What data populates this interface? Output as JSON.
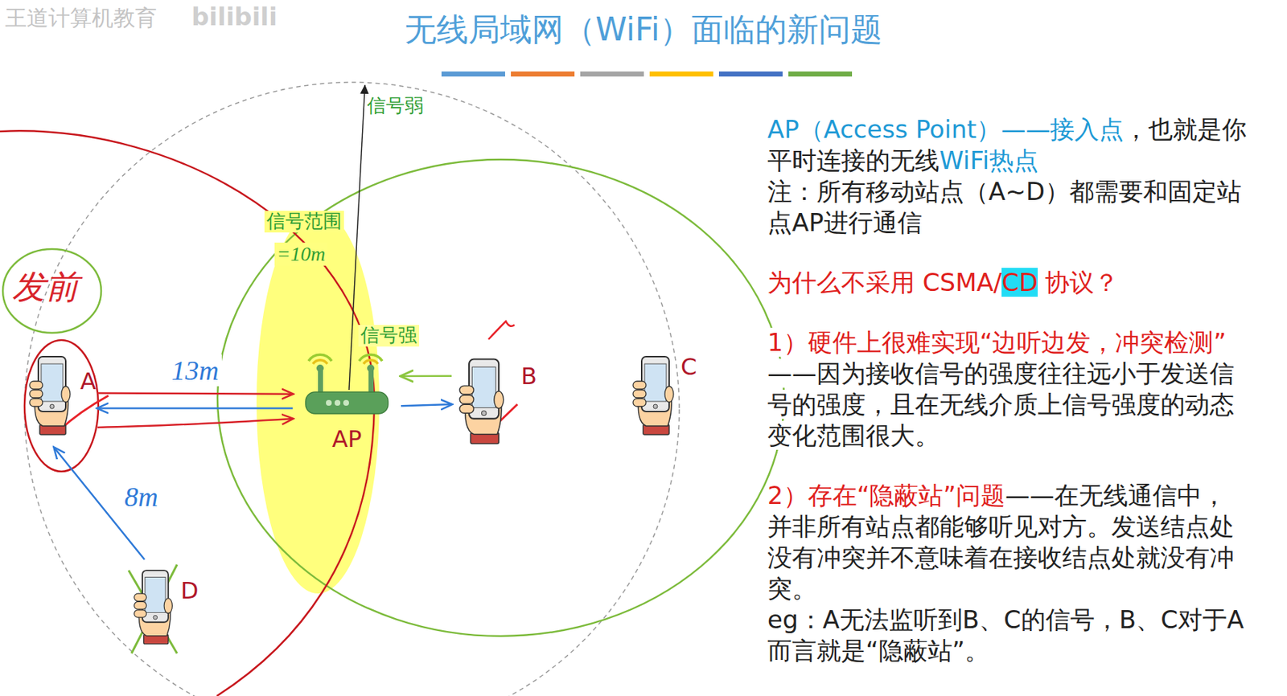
{
  "diagram": {
    "title": "无线局域网（WiFi）面临的新问题",
    "nodes": [
      {
        "text": [
          "A"
        ]
      },
      {
        "text": [
          "AP"
        ]
      },
      {
        "text": [
          "B"
        ]
      },
      {
        "text": [
          "C"
        ]
      },
      {
        "text": [
          "D"
        ]
      }
    ],
    "edges": [
      {
        "from": 0,
        "to": 1,
        "arrow": "to"
      },
      {
        "from": 1,
        "to": 0,
        "arrow": "to",
        "label": "13m"
      },
      {
        "from": 2,
        "to": 1,
        "arrow": "to"
      },
      {
        "from": 1,
        "to": 2,
        "arrow": "to"
      },
      {
        "from": 4,
        "to": 0,
        "arrow": "to",
        "label": "8m"
      }
    ],
    "labels": [
      "AP（Access Point）——接入点",
      "，也就是你平时连接的无线",
      "WiFi热点",
      "注：所有移动站点（A~D）都需要和固定站点AP进行通信",
      "为什么不采用 CSMA/",
      "CD",
      "协议？",
      "1）硬件上很难实现“边听边发，冲突检测”",
      "——因为接收信号的强度往往远小于发送信号的强度，且在无线介质上信号强度的动态变化范围很大。",
      "2）存在“隐蔽站”问题",
      "——在无线通信中，并非所有站点都能够听见对方。发送结点处没有冲突并不意味着在接收结点处就没有冲突。",
      "eg：A无法监听到B、C的信号，B、C对于A而言就是“隐蔽站”。",
      "信号弱",
      "信号范围",
      "=10m",
      "信号强",
      "发前",
      "王道计算机教育",
      "bilibili"
    ]
  }
}
